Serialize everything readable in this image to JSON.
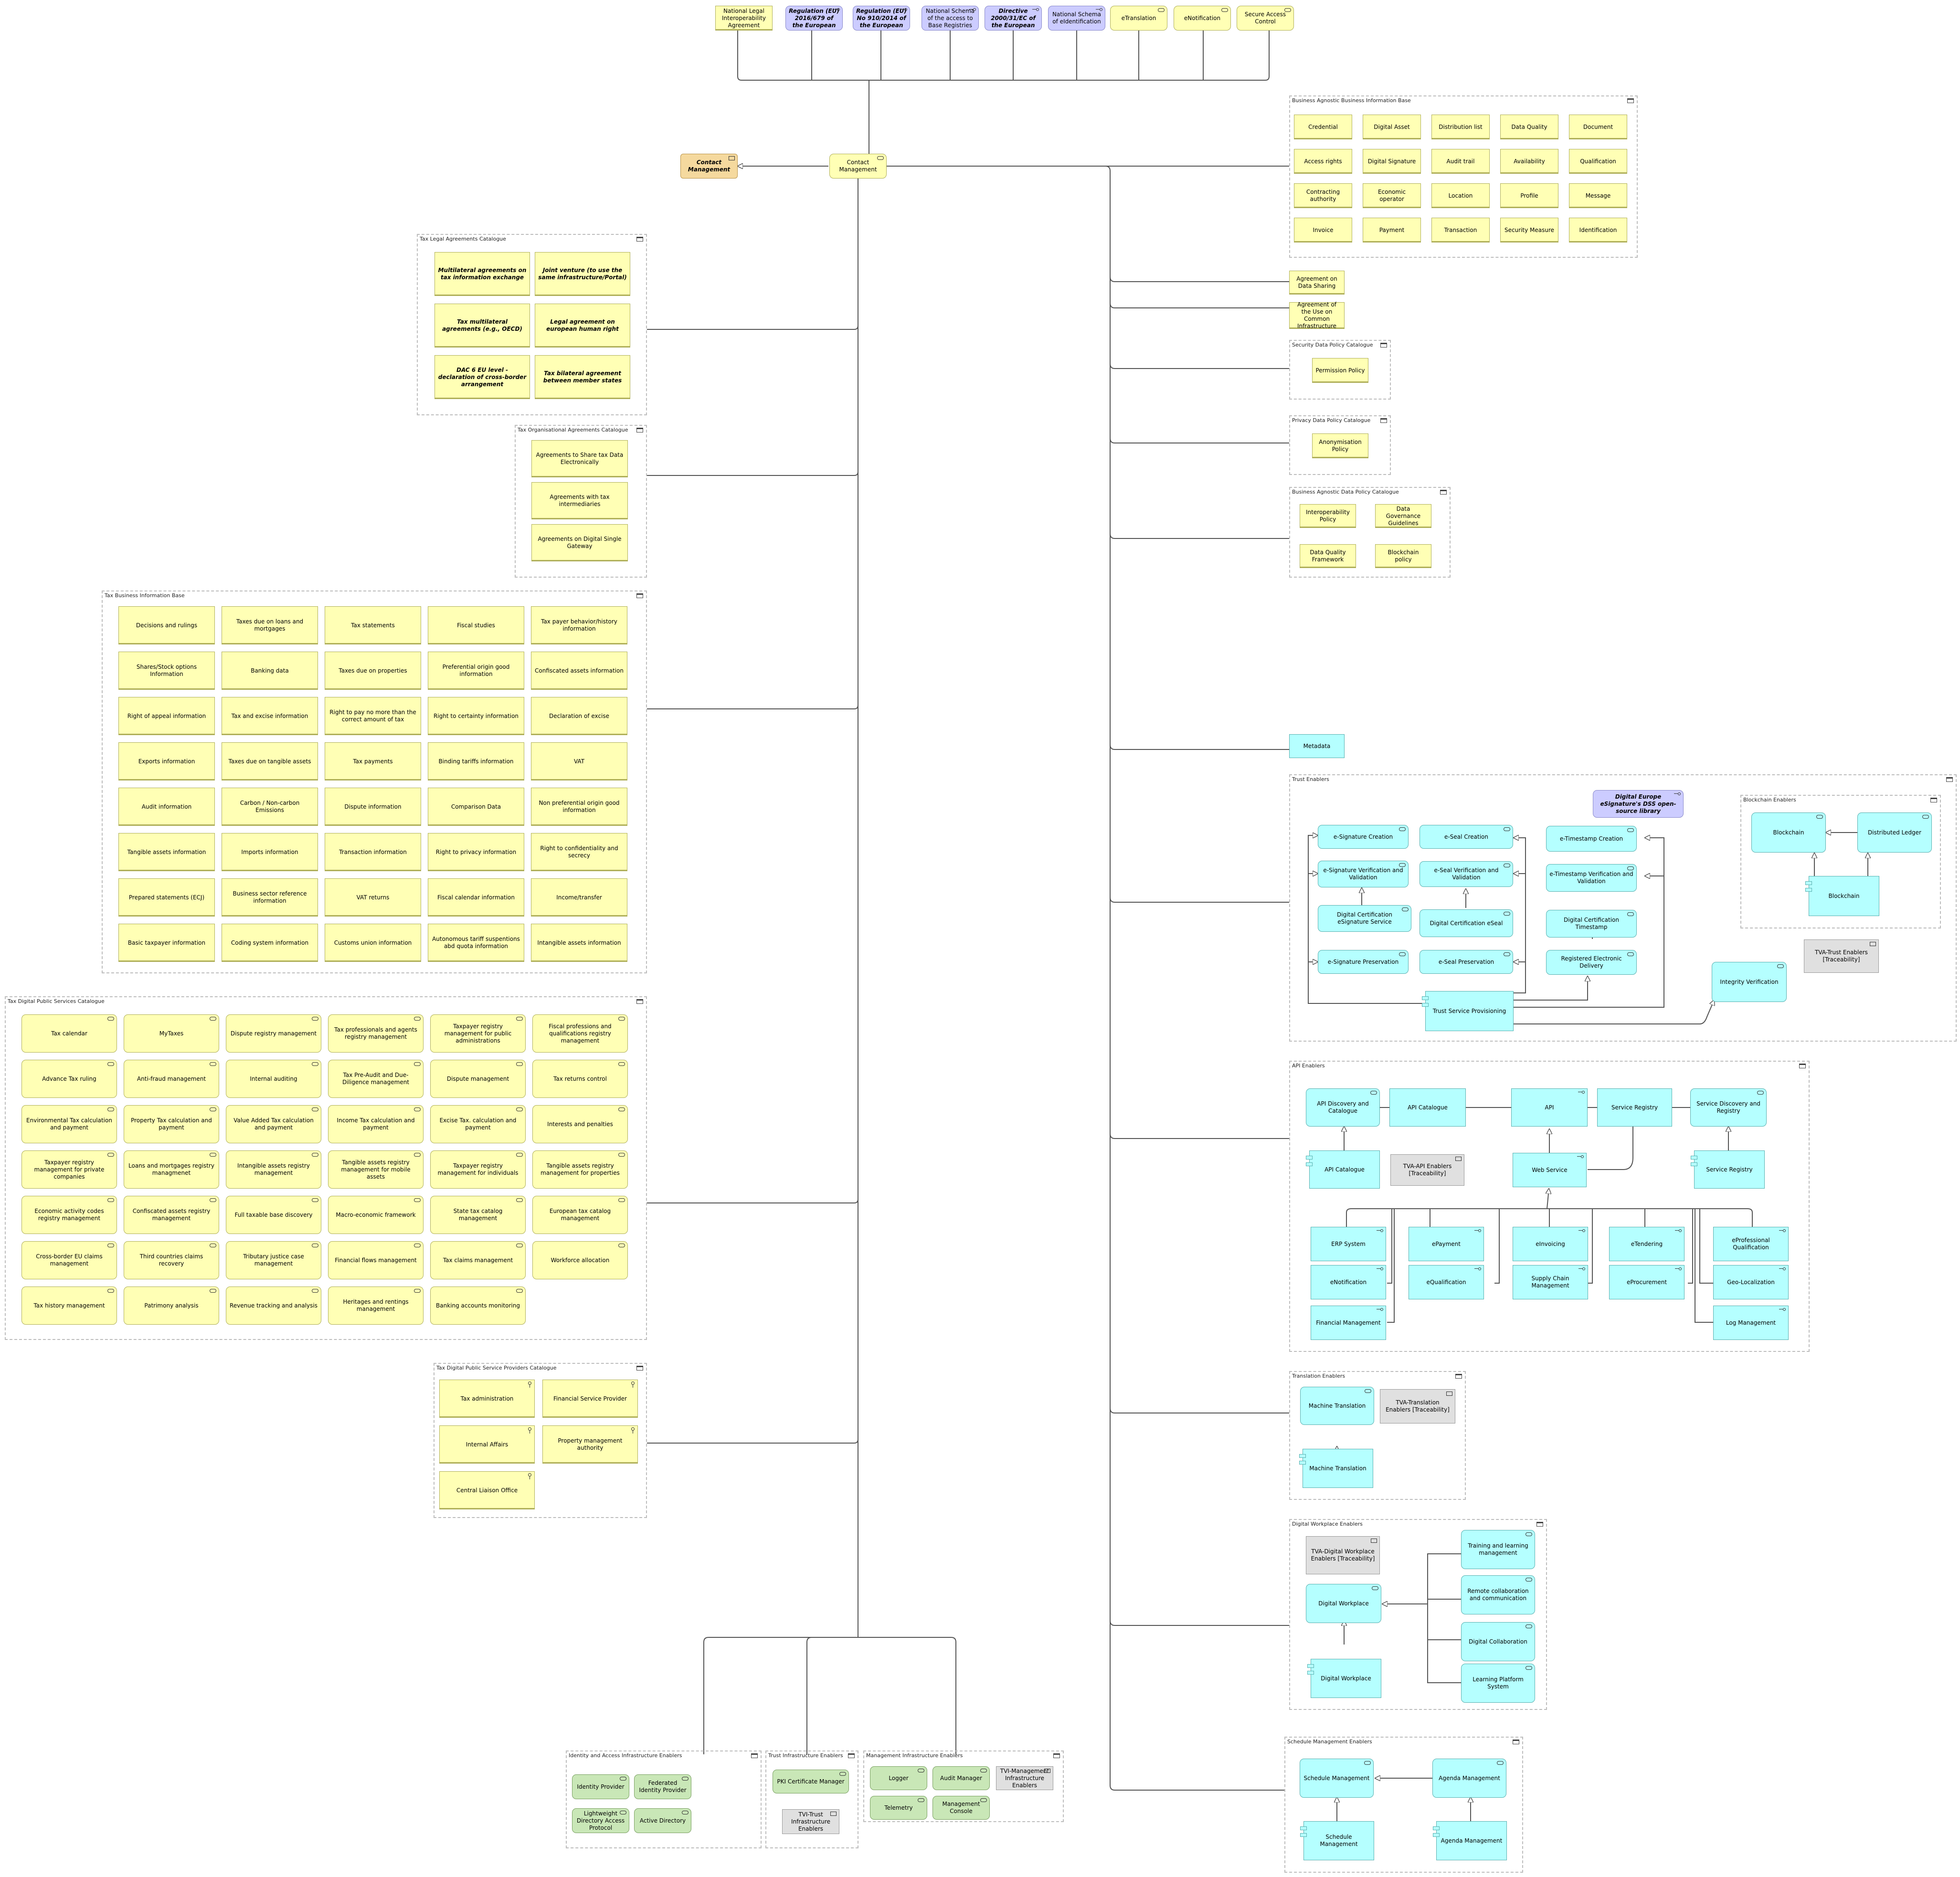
{
  "colors": {
    "yellow": "#ffffb5",
    "cyan": "#b5ffff",
    "green": "#c9e7b7",
    "purple": "#ccccff",
    "grey": "#e0e0e0",
    "orange": "#f5d99e"
  },
  "top_drivers": {
    "national_legal": "National Legal Interoperability Agreement",
    "reg_2016": "Regulation (EU) 2016/679 of the European",
    "reg_910": "Regulation (EU) No 910/2014 of the European",
    "national_schema_base": "National Schema of the access to Base Registries",
    "directive_2000": "Directive 2000/31/EC of the European",
    "national_schema_eid": "National Schema of eIdentification",
    "etranslation": "eTranslation",
    "enotification": "eNotification",
    "secure_access": "Secure Access Control"
  },
  "contact_management": "Contact Management",
  "contact_management_italic": "Contact Management",
  "legal": {
    "title": "Tax Legal Agreements Catalogue",
    "items": [
      "Multilateral agreements on tax information exchange",
      "Joint venture (to use the same infrastructure/Portal)",
      "Tax multilateral agreements (e.g., OECD)",
      "Legal agreement on european human right",
      "DAC 6 EU level - declaration of cross-border arrangement",
      "Tax bilateral agreement between member states"
    ]
  },
  "org": {
    "title": "Tax Organisational Agreements Catalogue",
    "items": [
      "Agreements to Share tax Data Electronically",
      "Agreements with tax intermediaries",
      "Agreements on Digital Single Gateway"
    ]
  },
  "tbib": {
    "title": "Tax Business Information Base",
    "items": [
      "Decisions and rulings",
      "Taxes due on loans and mortgages",
      "Tax statements",
      "Fiscal studies",
      "Tax payer behavior/history information",
      "Shares/Stock options Information",
      "Banking data",
      "Taxes due on properties",
      "Preferential origin good information",
      "Confiscated assets information",
      "Right of appeal information",
      "Tax and excise information",
      "Right to pay no more than the correct amount of tax",
      "Right to certainty information",
      "Declaration of excise",
      "Exports information",
      "Taxes due on tangible assets",
      "Tax payments",
      "Binding tariffs information",
      "VAT",
      "Audit information",
      "Carbon / Non-carbon Emissions",
      "Dispute information",
      "Comparison Data",
      "Non preferential origin good information",
      "Tangible assets information",
      "Imports information",
      "Transaction information",
      "Right to privacy information",
      "Right to confidentiality and secrecy",
      "Prepared statements (ECJ)",
      "Business sector reference information",
      "VAT returns",
      "Fiscal calendar information",
      "Income/transfer",
      "Basic taxpayer information",
      "Coding system information",
      "Customs union information",
      "Autonomous tariff suspentions abd quota information",
      "Intangible assets information"
    ]
  },
  "tdps": {
    "title": "Tax Digital Public Services Catalogue",
    "items": [
      "Tax calendar",
      "MyTaxes",
      "Dispute registry management",
      "Tax professionals and agents registry management",
      "Taxpayer registry management for public administrations",
      "Fiscal professions and qualifications registry management",
      "Advance Tax ruling",
      "Anti-fraud management",
      "Internal auditing",
      "Tax Pre-Audit and Due-Diligence management",
      "Dispute management",
      "Tax returns control",
      "Environmental Tax calculation and payment",
      "Property Tax calculation and payment",
      "Value Added Tax calculation and payment",
      "Income Tax calculation and payment",
      "Excise Tax. calculation and payment",
      "Interests and penalties",
      "Taxpayer registry management for private companies",
      "Loans and mortgages registry managmenet",
      "Intangible assets registry management",
      "Tangible assets registry management for mobile assets",
      "Taxpayer registry management for individuals",
      "Tangible assets registry management for properties",
      "Economic activity codes registry management",
      "Confiscated assets registry management",
      "Full taxable base discovery",
      "Macro-economic framework",
      "State tax catalog management",
      "European tax catalog management",
      "Cross-border EU claims management",
      "Third countries claims recovery",
      "Tributary justice case management",
      "Financial flows management",
      "Tax claims management",
      "Workforce allocation",
      "Tax history management",
      "Patrimony analysis",
      "Revenue tracking and analysis",
      "Heritages and rentings management",
      "Banking accounts monitoring"
    ]
  },
  "tdpsp": {
    "title": "Tax Digital Public Service Providers Catalogue",
    "items": [
      "Tax administration",
      "Financial Service Provider",
      "Internal Affairs",
      "Property management authority",
      "Central Liaison Office"
    ]
  },
  "identity": {
    "title": "Identity and Access Infrastructure Enablers",
    "items": [
      "Identity Provider",
      "Federated Identity Provider",
      "Lightweight Directory Access Protocol",
      "Active Directory"
    ]
  },
  "trust_infra": {
    "title": "Trust Infrastructure Enablers",
    "pki": "PKI Certificate Manager",
    "tvi": "TVI-Trust Infrastructure Enablers"
  },
  "mgmt": {
    "title": "Management Infrastructure Enablers",
    "items": [
      "Logger",
      "Audit Manager",
      "Telemetry",
      "Management Console"
    ],
    "tvi": "TVI-Management Infrastructure Enablers"
  },
  "babib": {
    "title": "Business Agnostic Business Information Base",
    "items": [
      "Credential",
      "Digital Asset",
      "Distribution list",
      "Data Quality",
      "Document",
      "Access rights",
      "Digital Signature",
      "Audit trail",
      "Availability",
      "Qualification",
      "Contracting authority",
      "Economic operator",
      "Location",
      "Profile",
      "Message",
      "Invoice",
      "Payment",
      "Transaction",
      "Security Measure",
      "Identification"
    ]
  },
  "agreement_data_sharing": "Agreement on Data Sharing",
  "agreement_common_infra": "Agreement of the Use on Common Infrastructure",
  "security_policy": {
    "title": "Security Data Policy Catalogue",
    "items": [
      "Permission Policy"
    ]
  },
  "privacy_policy": {
    "title": "Privacy Data Policy Catalogue",
    "items": [
      "Anonymisation Policy"
    ]
  },
  "badp": {
    "title": "Business Agnostic Data Policy Catalogue",
    "items": [
      "Interoperability Policy",
      "Data Governance Guidelines",
      "Data Quality Framework",
      "Blockchain policy"
    ]
  },
  "metadata": "Metadata",
  "trust": {
    "title": "Trust Enablers",
    "esig_creation": "e-Signature Creation",
    "esig_verif": "e-Signature Verification and Validation",
    "dc_esig": "Digital Certification eSignature Service",
    "esig_pres": "e-Signature Preservation",
    "eseal_creation": "e-Seal Creation",
    "eseal_verif": "e-Seal Verification and Validation",
    "dc_eseal": "Digital Certification eSeal",
    "eseal_pres": "e-Seal Preservation",
    "dss": "Digital Europe eSignature's DSS open-source library",
    "ets_creation": "e-Timestamp Creation",
    "ets_verif": "e-Timestamp Verification and Validation",
    "dc_ts": "Digital Certification Timestamp",
    "red": "Registered Electronic Delivery",
    "tsp": "Trust Service Provisioning",
    "integrity": "Integrity Verification",
    "tva": "TVA-Trust Enablers [Traceability]",
    "bc_title": "Blockchain Enablers",
    "blockchain": "Blockchain",
    "ledger": "Distributed Ledger",
    "blockchain_comp": "Blockchain"
  },
  "api": {
    "title": "API Enablers",
    "discovery": "API Discovery and Catalogue",
    "catalogue": "API Catalogue",
    "api": "API",
    "service_registry": "Service Registry",
    "sdr": "Service Discovery and Registry",
    "catalogue_comp": "API Catalogue",
    "tva": "TVA-API Enablers [Traceability]",
    "web_service": "Web Service",
    "registry_comp": "Service Registry",
    "erp": "ERP System",
    "epayment": "ePayment",
    "einvoicing": "eInvoicing",
    "etendering": "eTendering",
    "eprof": "eProfessional Qualification",
    "enotification": "eNotification",
    "equalification": "eQualification",
    "supply": "Supply Chain Management",
    "eprocurement": "eProcurement",
    "geo": "Geo-Localization",
    "financial": "Financial Management",
    "log": "Log Management"
  },
  "translation": {
    "title": "Translation Enablers",
    "mt": "Machine Translation",
    "tva": "TVA-Translation Enablers [Traceability]",
    "mt_comp": "Machine Translation"
  },
  "dw": {
    "title": "Digital Workplace Enablers",
    "tva": "TVA-Digital Workplace Enablers [Traceability]",
    "dw": "Digital Workplace",
    "dw_comp": "Digital Workplace",
    "training": "Training and learning management",
    "remote": "Remote collaboration and communication",
    "collab": "Digital Collaboration",
    "lps": "Learning Platform System"
  },
  "schedule": {
    "title": "Schedule Management Enablers",
    "sm": "Schedule Management",
    "am": "Agenda Management",
    "sm_comp": "Schedule Management",
    "am_comp": "Agenda Management"
  }
}
